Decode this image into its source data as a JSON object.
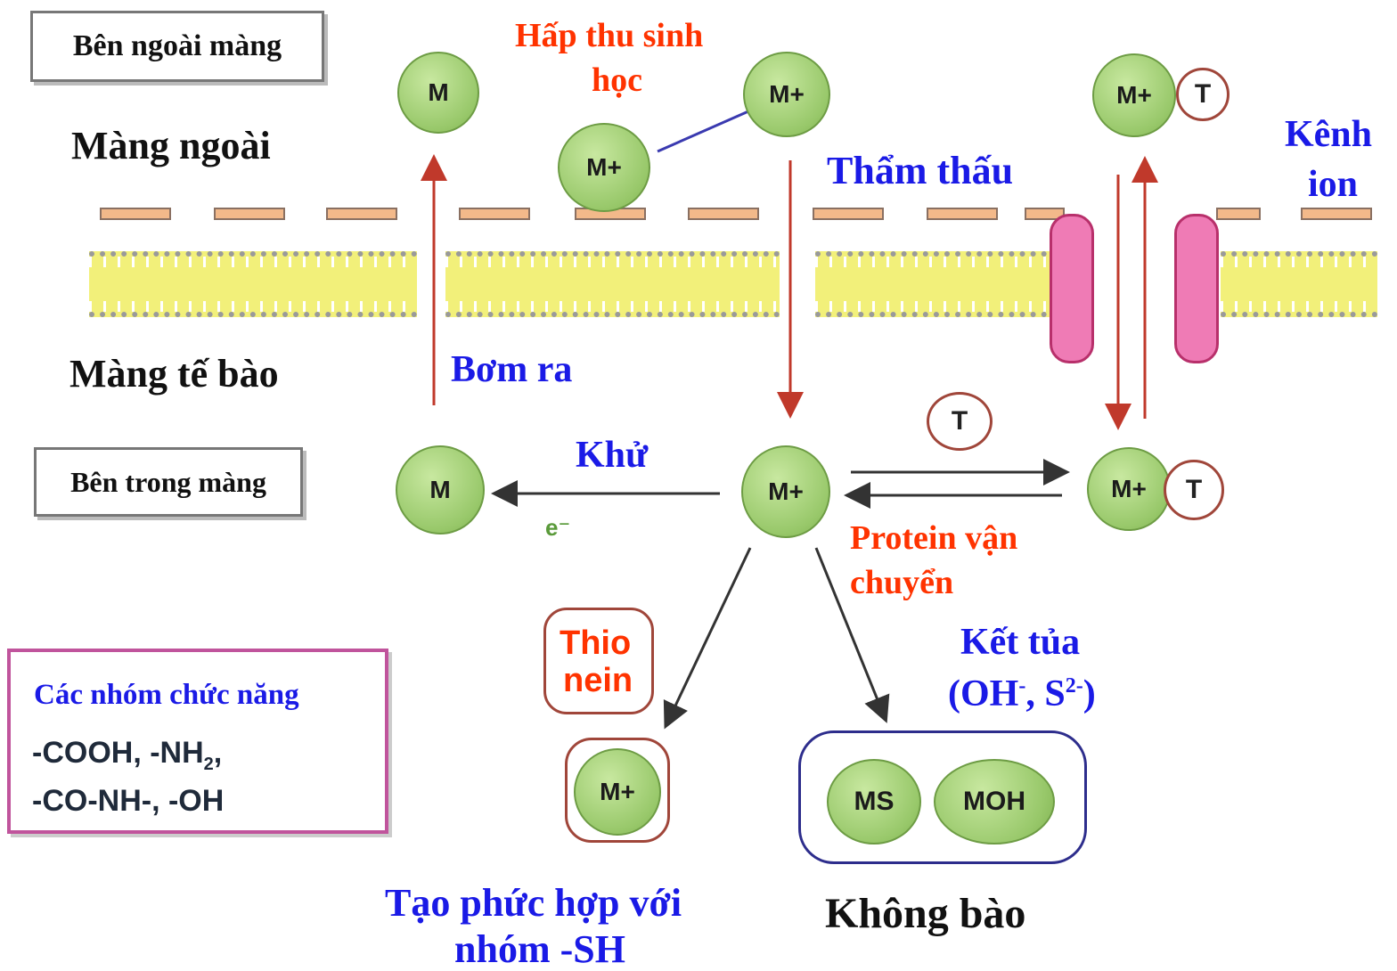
{
  "boxes": {
    "outside": "Bên ngoài màng",
    "inside": "Bên trong màng"
  },
  "labels": {
    "outer_membrane": "Màng ngoài",
    "cell_membrane": "Màng tế bào",
    "bioabsorption_line1": "Hấp thu sinh",
    "bioabsorption_line2": "học",
    "osmosis": "Thẩm thấu",
    "ion_channel_line1": "Kênh",
    "ion_channel_line2": "ion",
    "pump_out": "Bơm ra",
    "reduction": "Khử",
    "electron": "e⁻",
    "transport_protein_line1": "Protein vận",
    "transport_protein_line2": "chuyển",
    "precipitate_line1": "Kết tủa",
    "precipitate_line2_a": "(OH",
    "precipitate_line2_sup1": "-",
    "precipitate_line2_b": ", S",
    "precipitate_line2_sup2": "2-",
    "precipitate_line2_c": ")",
    "thionein_line1": "Thio",
    "thionein_line2": "nein",
    "complex_line1": "Tạo phức hợp với",
    "complex_line2": "nhóm -SH",
    "vacuole": "Không bào"
  },
  "functional_groups": {
    "title": "Các nhóm chức năng",
    "line1_a": "-COOH, -NH",
    "line1_sub": "2",
    "line1_b": ",",
    "line2": "-CO-NH-, -OH"
  },
  "ions": {
    "m": "M",
    "m_plus": "M+",
    "t": "T",
    "ms": "MS",
    "moh": "MOH"
  },
  "colors": {
    "blue_text": "#1a1ae6",
    "red_text": "#ff3300",
    "ion_fill": "#98c86a",
    "membrane_yellow": "#f2f07a",
    "channel_pink": "#ef7bb5",
    "arrow_red": "#c0392b"
  }
}
